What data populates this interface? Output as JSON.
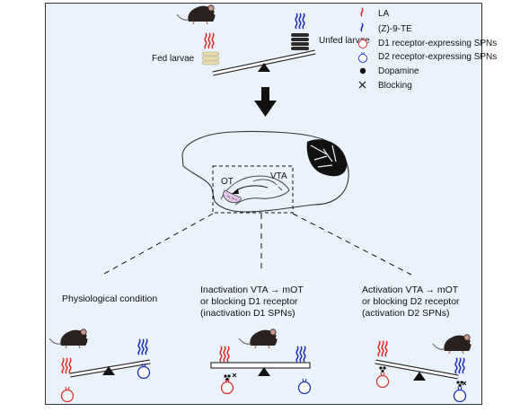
{
  "legend": {
    "la": "LA",
    "ztd": "(Z)-9-TE",
    "d1": "D1 receptor-expressing SPNs",
    "d2": "D2 receptor-expressing SPNs",
    "dopamine": "Dopamine",
    "blocking": "Blocking"
  },
  "top": {
    "fed": "Fed larvae",
    "unfed": "Unfed larvae"
  },
  "brain": {
    "ot": "OT",
    "vta": "VTA"
  },
  "conditions": {
    "c1": {
      "line1": "Physiological condition"
    },
    "c2": {
      "line1": "Inactivation VTA → mOT",
      "line2": "or blocking D1 receptor",
      "line3": "(inactivation D1 SPNs)"
    },
    "c3": {
      "line1": "Activation VTA → mOT",
      "line2": "or blocking D2 receptor",
      "line3": "(activation D2 SPNs)"
    }
  },
  "colors": {
    "la": "#e03030",
    "ztd": "#2030c0",
    "background": "#eaf3fb",
    "mouse": "#2b2220",
    "larvae_fed": "#e8dcae",
    "larvae_unfed": "#2a2a2a",
    "ot_region": "#e3c6e8"
  }
}
